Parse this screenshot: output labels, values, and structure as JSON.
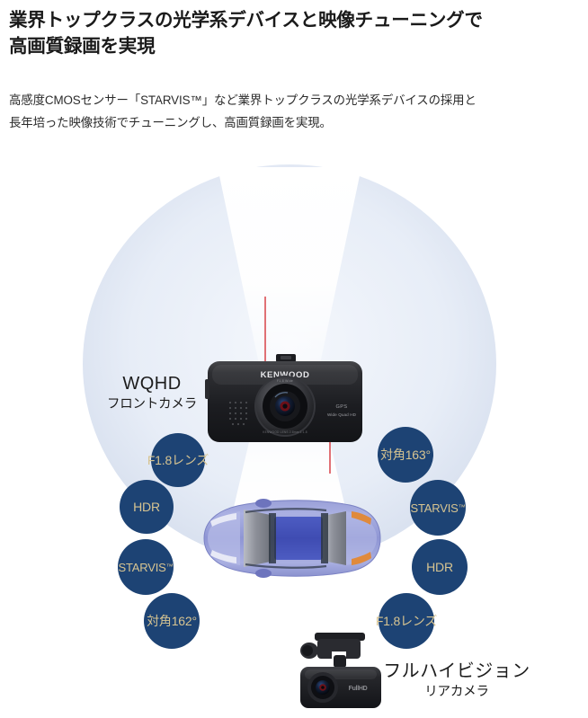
{
  "header": {
    "headline_lines": [
      "業界トップクラスの光学系デバイスと映像チューニングで",
      "高画質録画を実現"
    ],
    "lead_lines": [
      "高感度CMOSセンサー「STARVIS™」など業界トップクラスの光学系デバイスの採用と",
      "長年培った映像技術でチューニングし、高画質録画を実現。"
    ]
  },
  "diagram": {
    "callouts": {
      "front": {
        "title": "WQHD",
        "subtitle": "フロントカメラ"
      },
      "rear": {
        "title": "フルハイビジョン",
        "subtitle": "リアカメラ"
      }
    },
    "front_camera_bubbles": [
      {
        "label": "F1.8レンズ"
      },
      {
        "label": "HDR"
      },
      {
        "label": "STARVIS",
        "sup": "™"
      },
      {
        "label": "対角162°"
      }
    ],
    "rear_camera_bubbles": [
      {
        "label": "対角163°"
      },
      {
        "label": "STARVIS",
        "sup": "™"
      },
      {
        "label": "HDR"
      },
      {
        "label": "F1.8レンズ"
      }
    ],
    "device_brand": "KENWOOD",
    "front_device_marks": [
      "GPS",
      "Wide Quad HD"
    ],
    "rear_device_mark": "Full HD",
    "colors": {
      "bubble_fill": "#1d4374",
      "bubble_text": "#d7c491",
      "oval_background": "#dfe6f2",
      "beam_white": "#ffffff",
      "marker_red": "#e8232a",
      "car_body": "#4b59b8",
      "headline_text": "#1a1a1a"
    }
  }
}
